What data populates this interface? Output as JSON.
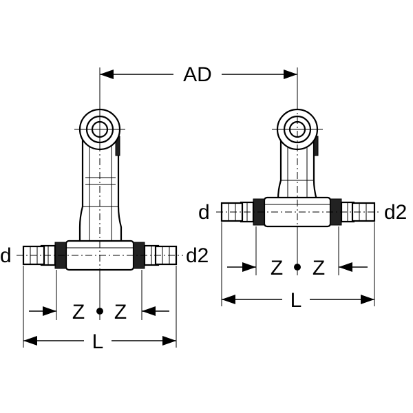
{
  "labels": {
    "ad": "AD",
    "left": {
      "d": "d",
      "d2": "d2",
      "z_left": "Z",
      "z_right": "Z",
      "l": "L"
    },
    "right": {
      "d": "d",
      "d2": "d2",
      "z_left": "Z",
      "z_right": "Z",
      "l": "L"
    }
  }
}
